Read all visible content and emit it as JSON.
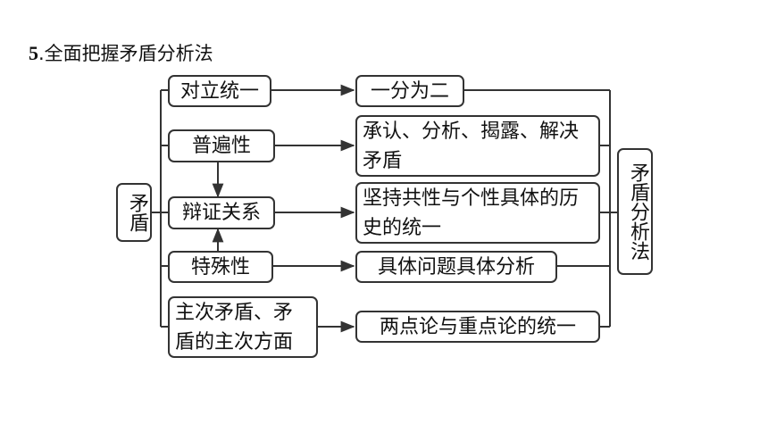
{
  "title": {
    "number": "5",
    "text": ".全面把握矛盾分析法"
  },
  "root": "矛盾",
  "conclusion": "矛盾分析法",
  "concepts": [
    "对立统一",
    "普遍性",
    "辩证关系",
    "特殊性",
    "主次矛盾、矛盾的主次方面"
  ],
  "outcomes": [
    "一分为二",
    "承认、分析、揭露、解决矛盾",
    "坚持共性与个性具体的历史的统一",
    "具体问题具体分析",
    "两点论与重点论的统一"
  ]
}
